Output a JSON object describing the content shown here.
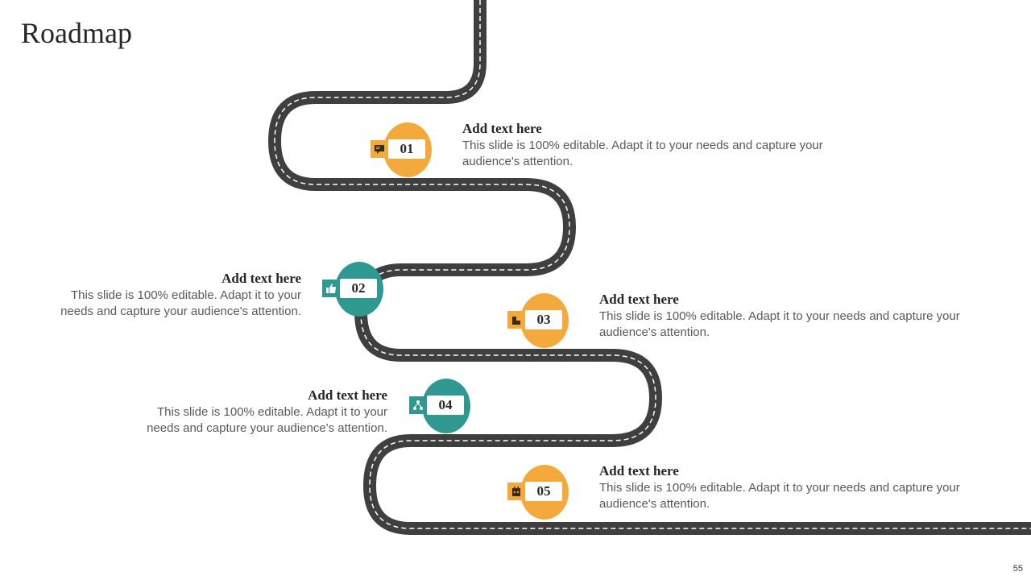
{
  "slide": {
    "title": "Roadmap",
    "page_number": "55",
    "colors": {
      "road": "#3f3f3f",
      "road_dash": "#ffffff",
      "orange": "#f4a93c",
      "teal": "#2f9891",
      "text_dark": "#262626",
      "text_body": "#595959"
    }
  },
  "milestones": [
    {
      "number": "01",
      "color": "orange",
      "icon": "chat-board-icon",
      "heading": "Add text here",
      "text": "This slide is 100% editable. Adapt it to your needs and capture your audience's attention."
    },
    {
      "number": "02",
      "color": "teal",
      "icon": "thumbs-up-icon",
      "heading": "Add text here",
      "text": "This slide is 100% editable. Adapt it to your needs and capture your audience's attention."
    },
    {
      "number": "03",
      "color": "orange",
      "icon": "podium-icon",
      "heading": "Add text here",
      "text": "This slide is 100% editable. Adapt it to your needs and capture your audience's attention."
    },
    {
      "number": "04",
      "color": "teal",
      "icon": "network-icon",
      "heading": "Add text here",
      "text": "This slide is 100% editable. Adapt it to your needs and capture your audience's attention."
    },
    {
      "number": "05",
      "color": "orange",
      "icon": "calendar-icon",
      "heading": "Add text here",
      "text": "This slide is 100% editable. Adapt it to your needs and capture your audience's attention."
    }
  ]
}
